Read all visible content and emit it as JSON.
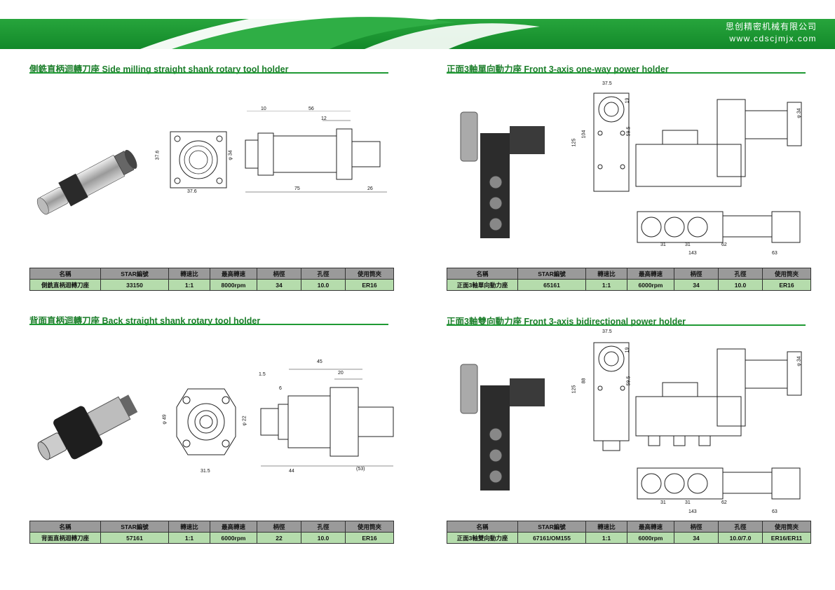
{
  "header": {
    "company_name": "思创精密机械有限公司",
    "website": "www.cdscjmjx.com",
    "colors": {
      "brand_green": "#1f9a34",
      "table_header": "#9a9a9a",
      "table_value": "#b5dcac"
    }
  },
  "columns": [
    "名稱",
    "STAR編號",
    "轉速比",
    "最高轉速",
    "柄徑",
    "孔徑",
    "使用筒夾"
  ],
  "sections": [
    {
      "title": "側銑直柄迴轉刀座 Side milling straight shank rotary tool holder",
      "dims": {
        "d1": "10",
        "d2": "56",
        "d3": "12",
        "d4": "37.6",
        "d5": "φ 34",
        "d6": "37.6",
        "d7": "75",
        "d8": "26"
      },
      "row": [
        "側銑直柄迴轉刀座",
        "33150",
        "1:1",
        "8000rpm",
        "34",
        "10.0",
        "ER16"
      ]
    },
    {
      "title": "正面3軸單向動力座 Front 3-axis one-way power holder",
      "dims": {
        "d1": "37.5",
        "d2": "19",
        "d3": "125",
        "d4": "104",
        "d5": "59.5",
        "d6": "φ 34",
        "d7": "31",
        "d8": "31",
        "d9": "62",
        "d10": "143",
        "d11": "63"
      },
      "row": [
        "正面3軸單向動力座",
        "65161",
        "1:1",
        "6000rpm",
        "34",
        "10.0",
        "ER16"
      ]
    },
    {
      "title": "背面直柄迴轉刀座 Back straight shank rotary tool holder",
      "dims": {
        "d1": "45",
        "d2": "20",
        "d3": "1.5",
        "d4": "6",
        "d5": "φ 49",
        "d6": "φ 22",
        "d7": "31.5",
        "d8": "44",
        "d9": "(53)"
      },
      "row": [
        "背面直柄迴轉刀座",
        "57161",
        "1:1",
        "6000rpm",
        "22",
        "10.0",
        "ER16"
      ]
    },
    {
      "title": "正面3軸雙向動力座 Front 3-axis bidirectional power holder",
      "dims": {
        "d1": "37.5",
        "d2": "19",
        "d3": "125",
        "d4": "88",
        "d5": "59.5",
        "d6": "φ 34",
        "d7": "31",
        "d8": "31",
        "d9": "62",
        "d10": "143",
        "d11": "63"
      },
      "row": [
        "正面3軸雙向動力座",
        "67161/OM155",
        "1:1",
        "6000rpm",
        "34",
        "10.0/7.0",
        "ER16/ER11"
      ]
    }
  ]
}
